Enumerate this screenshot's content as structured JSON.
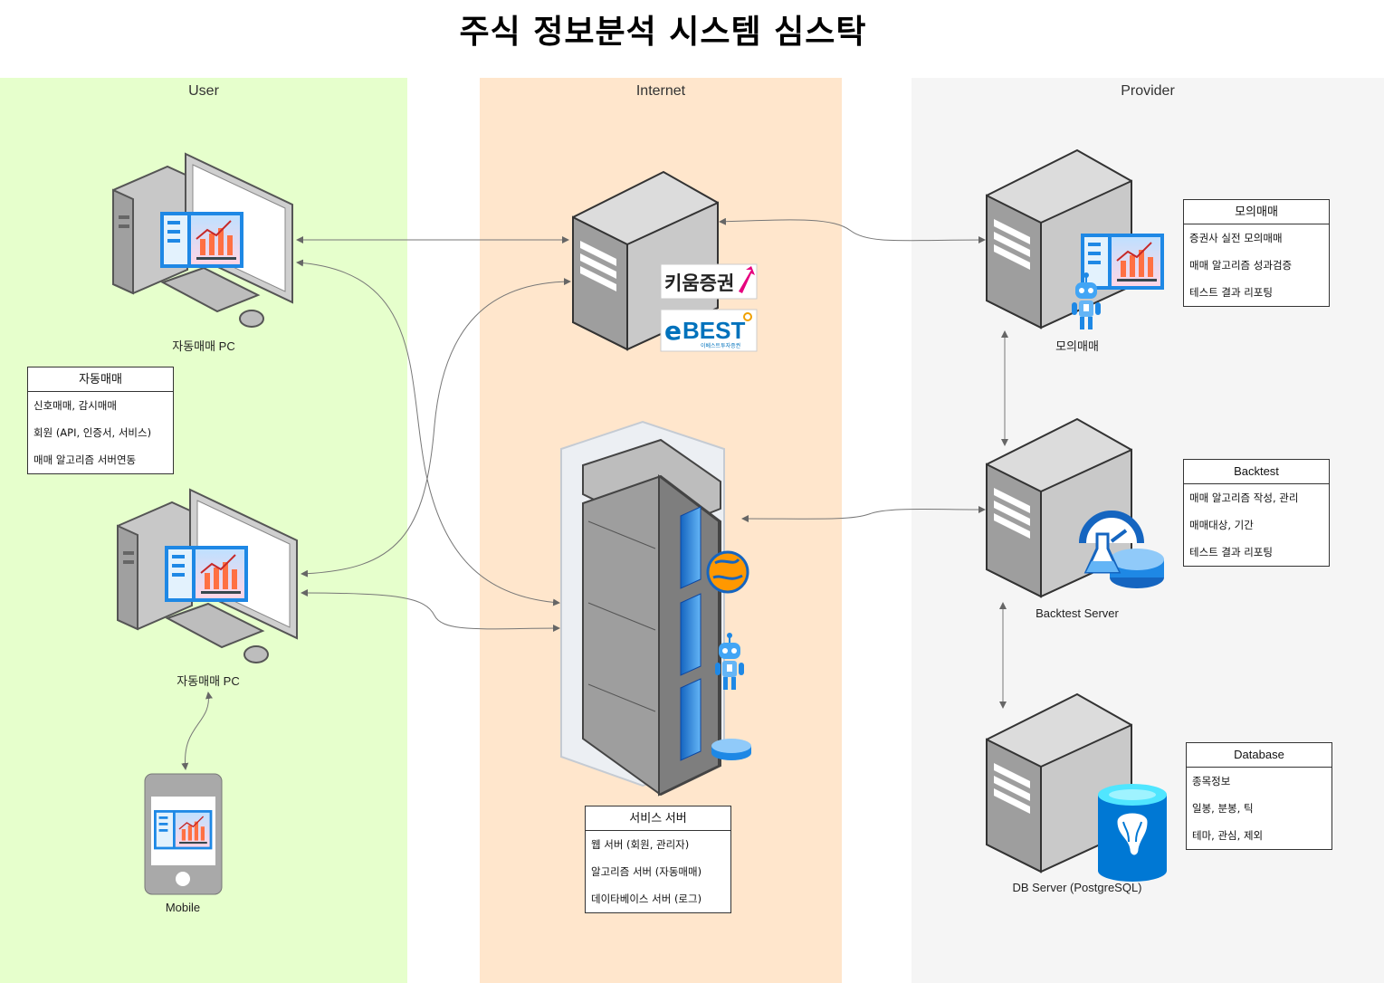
{
  "title": "주식 정보분석 시스템 심스탁",
  "lanes": {
    "user": "User",
    "internet": "Internet",
    "provider": "Provider"
  },
  "nodes": {
    "pc1": "자동매매 PC",
    "pc2": "자동매매 PC",
    "mobile": "Mobile",
    "mock": "모의매매",
    "backtest": "Backtest Server",
    "db": "DB Server (PostgreSQL)"
  },
  "brokers": {
    "kiwoom": "키움증권",
    "ebest": "BEST",
    "ebest_sub": "이베스트투자증권"
  },
  "boxes": {
    "autotrade": {
      "title": "자동매매",
      "items": [
        "신호매매, 감시매매",
        "회원 (API, 인증서, 서비스)",
        "매매 알고리즘 서버연동"
      ]
    },
    "service": {
      "title": "서비스 서버",
      "items": [
        "웹 서버 (회원, 관리자)",
        "알고리즘 서버 (자동매매)",
        "데이타베이스 서버 (로그)"
      ]
    },
    "mock": {
      "title": "모의매매",
      "items": [
        "증권사 실전 모의매매",
        "매매 알고리즘 성과검증",
        "테스트 결과 리포팅"
      ]
    },
    "backtest": {
      "title": "Backtest",
      "items": [
        "매매 알고리즘 작성, 관리",
        "매매대상, 기간",
        "테스트 결과 리포팅"
      ]
    },
    "database": {
      "title": "Database",
      "items": [
        "종목정보",
        "일봉, 분봉, 틱",
        "테마, 관심, 제외"
      ]
    }
  },
  "colors": {
    "user_lane": "#e6ffcc",
    "internet_lane": "#ffe6cc",
    "provider_lane": "#f5f5f5",
    "server_front": "#e8e8e8",
    "server_side": "#b5b5b5",
    "server_top": "#d0d0d0",
    "accent_blue": "#1e88e5",
    "kiwoom_pink": "#e6007e",
    "ebest_blue": "#0072bc",
    "postgres_blue": "#0078d4"
  }
}
